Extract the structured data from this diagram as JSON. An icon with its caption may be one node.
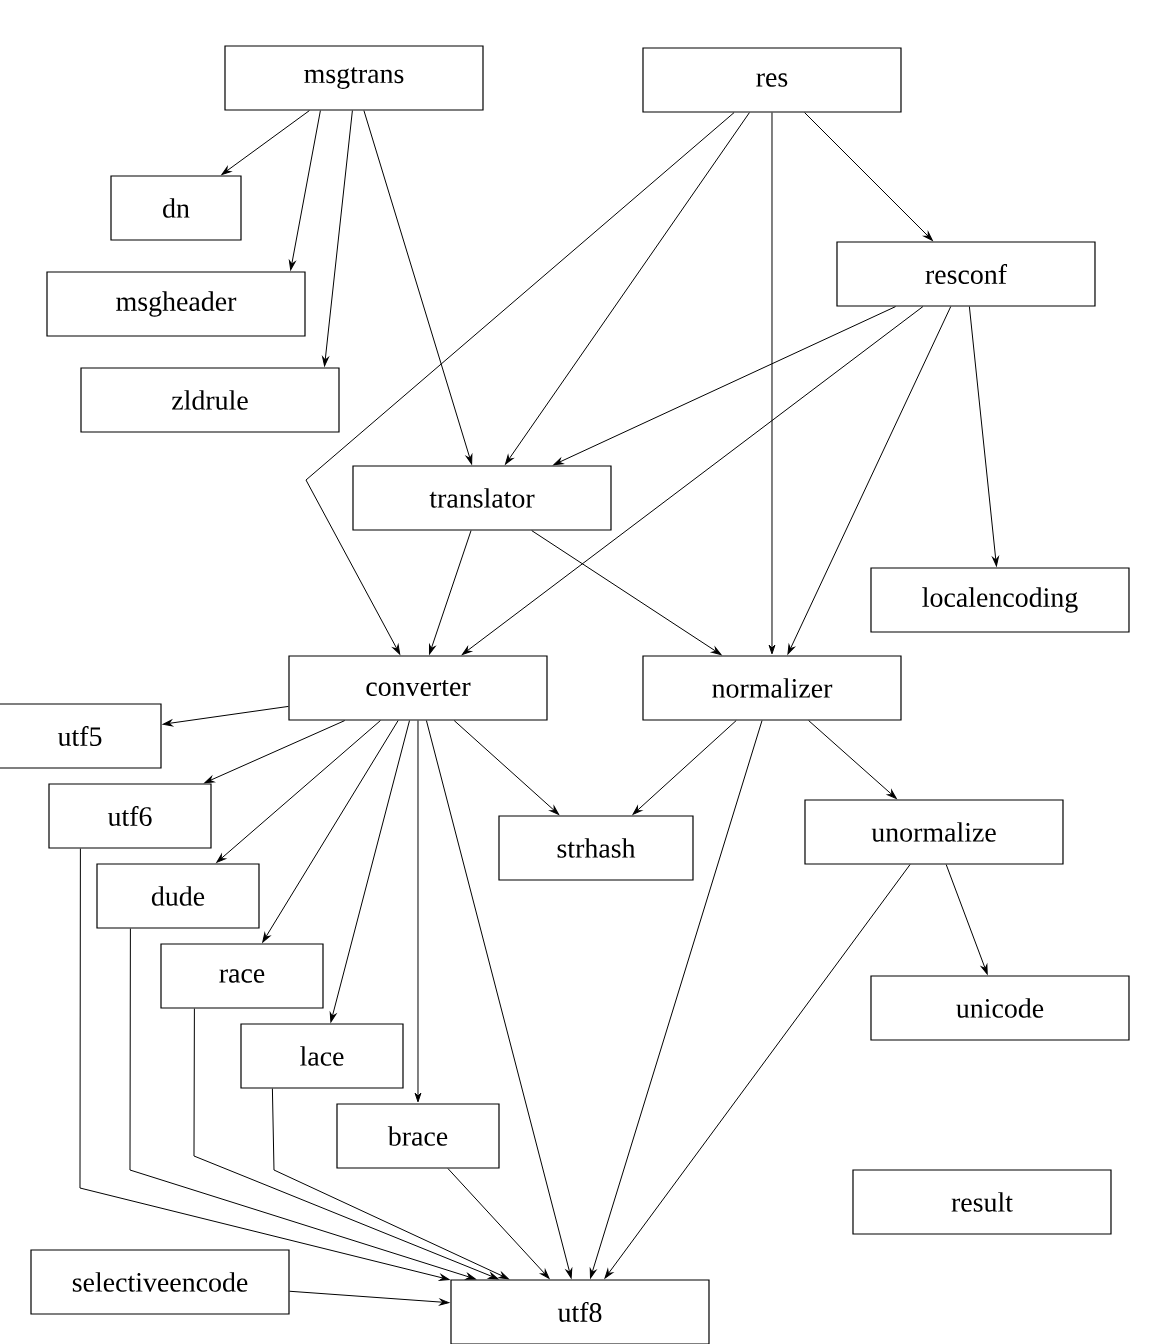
{
  "diagram": {
    "nodes": [
      {
        "text": [
          "msgtrans"
        ]
      },
      {
        "text": [
          "res"
        ]
      },
      {
        "text": [
          "dn"
        ]
      },
      {
        "text": [
          "resconf"
        ]
      },
      {
        "text": [
          "msgheader"
        ]
      },
      {
        "text": [
          "zldrule"
        ]
      },
      {
        "text": [
          "translator"
        ]
      },
      {
        "text": [
          "localencoding"
        ]
      },
      {
        "text": [
          "converter"
        ]
      },
      {
        "text": [
          "normalizer"
        ]
      },
      {
        "text": [
          "utf5"
        ]
      },
      {
        "text": [
          "utf6"
        ]
      },
      {
        "text": [
          "strhash"
        ]
      },
      {
        "text": [
          "unormalize"
        ]
      },
      {
        "text": [
          "dude"
        ]
      },
      {
        "text": [
          "race"
        ]
      },
      {
        "text": [
          "unicode"
        ]
      },
      {
        "text": [
          "lace"
        ]
      },
      {
        "text": [
          "brace"
        ]
      },
      {
        "text": [
          "result"
        ]
      },
      {
        "text": [
          "selectiveencode"
        ]
      },
      {
        "text": [
          "utf8"
        ]
      }
    ],
    "edges": [
      {
        "from": 0,
        "to": 2,
        "arrow": "to"
      },
      {
        "from": 0,
        "to": 4,
        "arrow": "to"
      },
      {
        "from": 0,
        "to": 5,
        "arrow": "to"
      },
      {
        "from": 0,
        "to": 6,
        "arrow": "to"
      },
      {
        "from": 1,
        "to": 8,
        "arrow": "to"
      },
      {
        "from": 1,
        "to": 6,
        "arrow": "to"
      },
      {
        "from": 1,
        "to": 9,
        "arrow": "to"
      },
      {
        "from": 1,
        "to": 3,
        "arrow": "to"
      },
      {
        "from": 3,
        "to": 6,
        "arrow": "to"
      },
      {
        "from": 3,
        "to": 8,
        "arrow": "to"
      },
      {
        "from": 3,
        "to": 9,
        "arrow": "to"
      },
      {
        "from": 3,
        "to": 7,
        "arrow": "to"
      },
      {
        "from": 6,
        "to": 8,
        "arrow": "to"
      },
      {
        "from": 6,
        "to": 9,
        "arrow": "to"
      },
      {
        "from": 8,
        "to": 10,
        "arrow": "to"
      },
      {
        "from": 8,
        "to": 11,
        "arrow": "to"
      },
      {
        "from": 8,
        "to": 14,
        "arrow": "to"
      },
      {
        "from": 8,
        "to": 15,
        "arrow": "to"
      },
      {
        "from": 8,
        "to": 17,
        "arrow": "to"
      },
      {
        "from": 8,
        "to": 18,
        "arrow": "to"
      },
      {
        "from": 8,
        "to": 21,
        "arrow": "to"
      },
      {
        "from": 8,
        "to": 12,
        "arrow": "to"
      },
      {
        "from": 9,
        "to": 12,
        "arrow": "to"
      },
      {
        "from": 9,
        "to": 21,
        "arrow": "to"
      },
      {
        "from": 9,
        "to": 13,
        "arrow": "to"
      },
      {
        "from": 13,
        "to": 16,
        "arrow": "to"
      },
      {
        "from": 13,
        "to": 21,
        "arrow": "to"
      },
      {
        "from": 11,
        "to": 21,
        "arrow": "to"
      },
      {
        "from": 14,
        "to": 21,
        "arrow": "to"
      },
      {
        "from": 15,
        "to": 21,
        "arrow": "to"
      },
      {
        "from": 17,
        "to": 21,
        "arrow": "to"
      },
      {
        "from": 18,
        "to": 21,
        "arrow": "to"
      },
      {
        "from": 20,
        "to": 21,
        "arrow": "to"
      }
    ]
  }
}
